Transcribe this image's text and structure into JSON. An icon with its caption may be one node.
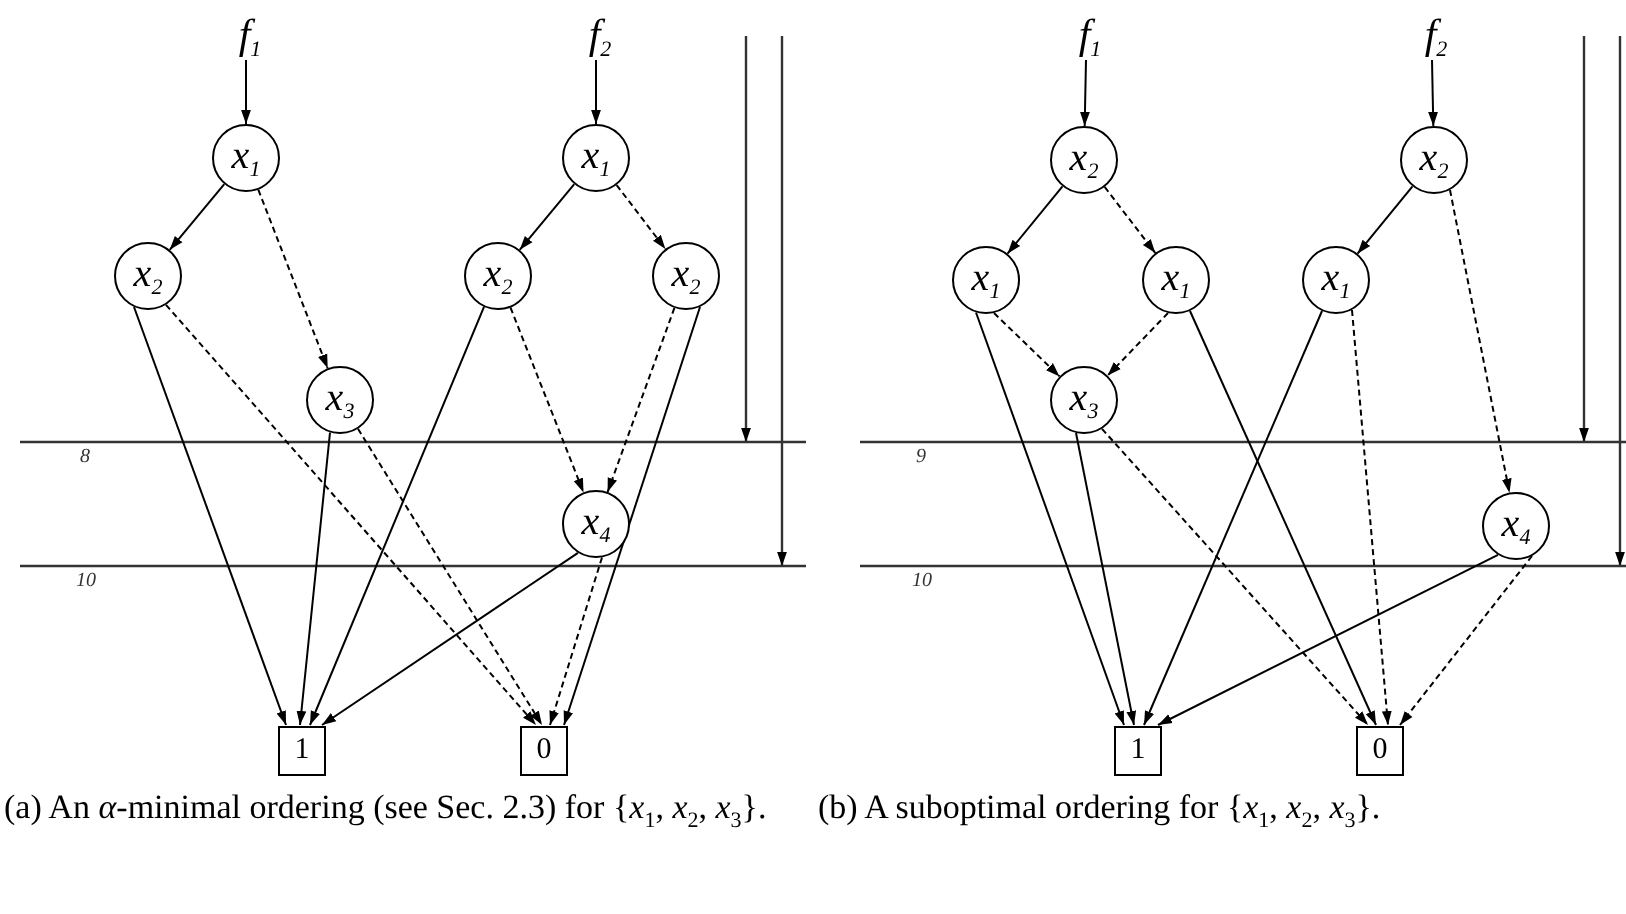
{
  "diagram": {
    "nodes": [
      {
        "text": [
          "f$_{1}$"
        ]
      },
      {
        "text": [
          "f$_{2}$"
        ]
      },
      {
        "text": [
          "x$_{1}$"
        ]
      },
      {
        "text": [
          "x$_{1}$"
        ]
      },
      {
        "text": [
          "x$_{2}$"
        ]
      },
      {
        "text": [
          "x$_{3}$"
        ]
      },
      {
        "text": [
          "x$_{2}$"
        ]
      },
      {
        "text": [
          "x$_{2}$"
        ]
      },
      {
        "text": [
          "x$_{4}$"
        ]
      },
      {
        "text": [
          "1"
        ]
      },
      {
        "text": [
          "0"
        ]
      },
      {
        "text": [
          "f$_{1}$"
        ]
      },
      {
        "text": [
          "f$_{2}$"
        ]
      },
      {
        "text": [
          "x$_{2}$"
        ]
      },
      {
        "text": [
          "x$_{2}$"
        ]
      },
      {
        "text": [
          "x$_{1}$"
        ]
      },
      {
        "text": [
          "x$_{1}$"
        ]
      },
      {
        "text": [
          "x$_{1}$"
        ]
      },
      {
        "text": [
          "x$_{3}$"
        ]
      },
      {
        "text": [
          "x$_{4}$"
        ]
      },
      {
        "text": [
          "1"
        ]
      },
      {
        "text": [
          "0"
        ]
      }
    ],
    "edges": [
      {
        "from": 0,
        "to": 2,
        "arrow": "to"
      },
      {
        "from": 1,
        "to": 3,
        "arrow": "to"
      },
      {
        "from": 2,
        "to": 4,
        "arrow": "to"
      },
      {
        "from": 2,
        "to": 5,
        "arrow": "to",
        "style": "dashed"
      },
      {
        "from": 3,
        "to": 6,
        "arrow": "to"
      },
      {
        "from": 3,
        "to": 7,
        "arrow": "to",
        "style": "dashed"
      },
      {
        "from": 4,
        "to": 9,
        "arrow": "to"
      },
      {
        "from": 4,
        "to": 10,
        "arrow": "to",
        "style": "dashed"
      },
      {
        "from": 5,
        "to": 9,
        "arrow": "to"
      },
      {
        "from": 5,
        "to": 10,
        "arrow": "to",
        "style": "dashed"
      },
      {
        "from": 6,
        "to": 9,
        "arrow": "to"
      },
      {
        "from": 6,
        "to": 8,
        "arrow": "to",
        "style": "dashed"
      },
      {
        "from": 7,
        "to": 8,
        "arrow": "to",
        "style": "dashed"
      },
      {
        "from": 7,
        "to": 10,
        "arrow": "to"
      },
      {
        "from": 8,
        "to": 9,
        "arrow": "to"
      },
      {
        "from": 8,
        "to": 10,
        "arrow": "to",
        "style": "dashed"
      },
      {
        "from": 11,
        "to": 13,
        "arrow": "to"
      },
      {
        "from": 12,
        "to": 14,
        "arrow": "to"
      },
      {
        "from": 13,
        "to": 15,
        "arrow": "to"
      },
      {
        "from": 13,
        "to": 16,
        "arrow": "to",
        "style": "dashed"
      },
      {
        "from": 14,
        "to": 17,
        "arrow": "to"
      },
      {
        "from": 14,
        "to": 19,
        "arrow": "to",
        "style": "dashed"
      },
      {
        "from": 15,
        "to": 18,
        "arrow": "to",
        "style": "dashed"
      },
      {
        "from": 16,
        "to": 18,
        "arrow": "to",
        "style": "dashed"
      },
      {
        "from": 15,
        "to": 20,
        "arrow": "to"
      },
      {
        "from": 18,
        "to": 20,
        "arrow": "to"
      },
      {
        "from": 18,
        "to": 21,
        "arrow": "to",
        "style": "dashed"
      },
      {
        "from": 16,
        "to": 21,
        "arrow": "to"
      },
      {
        "from": 17,
        "to": 20,
        "arrow": "to"
      },
      {
        "from": 17,
        "to": 21,
        "arrow": "to",
        "style": "dashed"
      },
      {
        "from": 19,
        "to": 20,
        "arrow": "to"
      },
      {
        "from": 19,
        "to": 21,
        "arrow": "to",
        "style": "dashed"
      }
    ],
    "labels": [
      "8",
      "10",
      "9",
      "10",
      "(a) An *α*-minimal ordering (see Sec. 2.3) for {*x*$_{1}$, *x*$_{2}$, *x*$_{3}$}.",
      "(b) A suboptimal ordering for {*x*$_{1}$, *x*$_{2}$, *x*$_{3}$}."
    ]
  }
}
